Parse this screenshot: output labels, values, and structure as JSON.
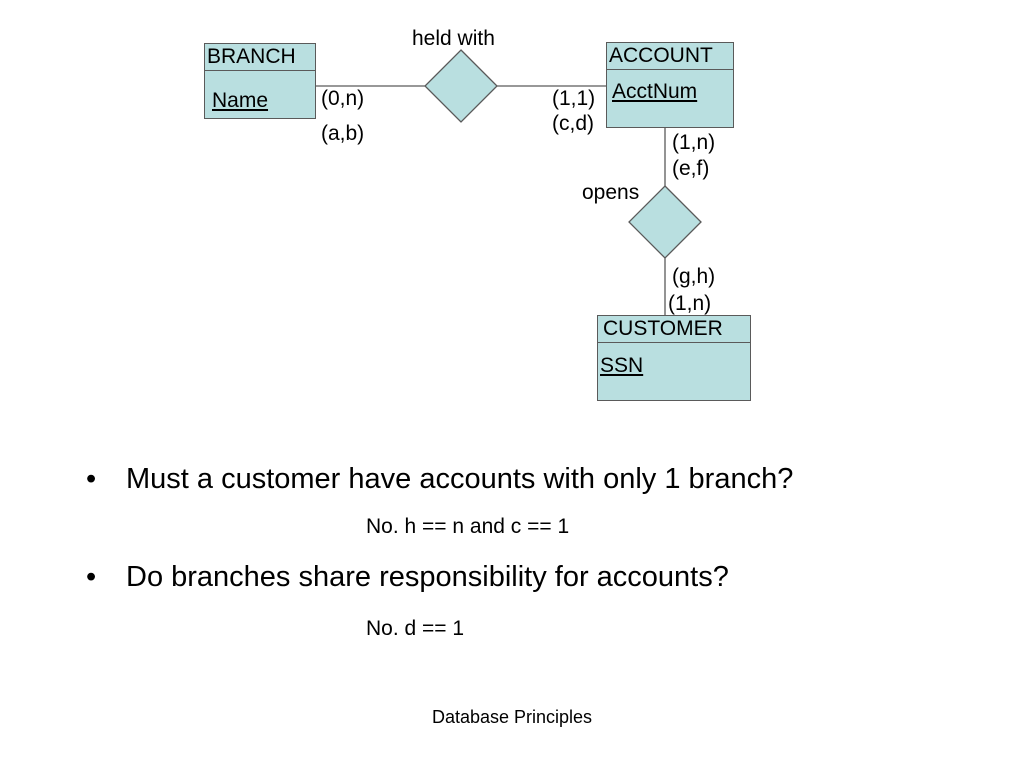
{
  "entities": {
    "branch": {
      "name": "BRANCH",
      "key_attr": "Name"
    },
    "account": {
      "name": "ACCOUNT",
      "key_attr": "AcctNum"
    },
    "customer": {
      "name": "CUSTOMER",
      "key_attr": "SSN"
    }
  },
  "relationships": {
    "held_with": {
      "name": "held with"
    },
    "opens": {
      "name": "opens"
    }
  },
  "cardinalities": {
    "branch_side_top": "(0,n)",
    "branch_side_bottom": "(a,b)",
    "account_side_left_top": "(1,1)",
    "account_side_left_bottom": "(c,d)",
    "account_side_down_top": "(1,n)",
    "account_side_down_bottom": "(e,f)",
    "customer_side_top": "(g,h)",
    "customer_side_bottom": "(1,n)"
  },
  "questions": [
    {
      "bullet": "•",
      "text": "Must a customer have accounts with only 1 branch?",
      "answer": "No. h == n and c == 1"
    },
    {
      "bullet": "•",
      "text": "Do branches share responsibility for accounts?",
      "answer": "No. d == 1"
    }
  ],
  "footer": {
    "text": "Database Principles"
  },
  "colors": {
    "shape_fill": "#b9dfe0",
    "shape_stroke": "#5a5a5a"
  }
}
